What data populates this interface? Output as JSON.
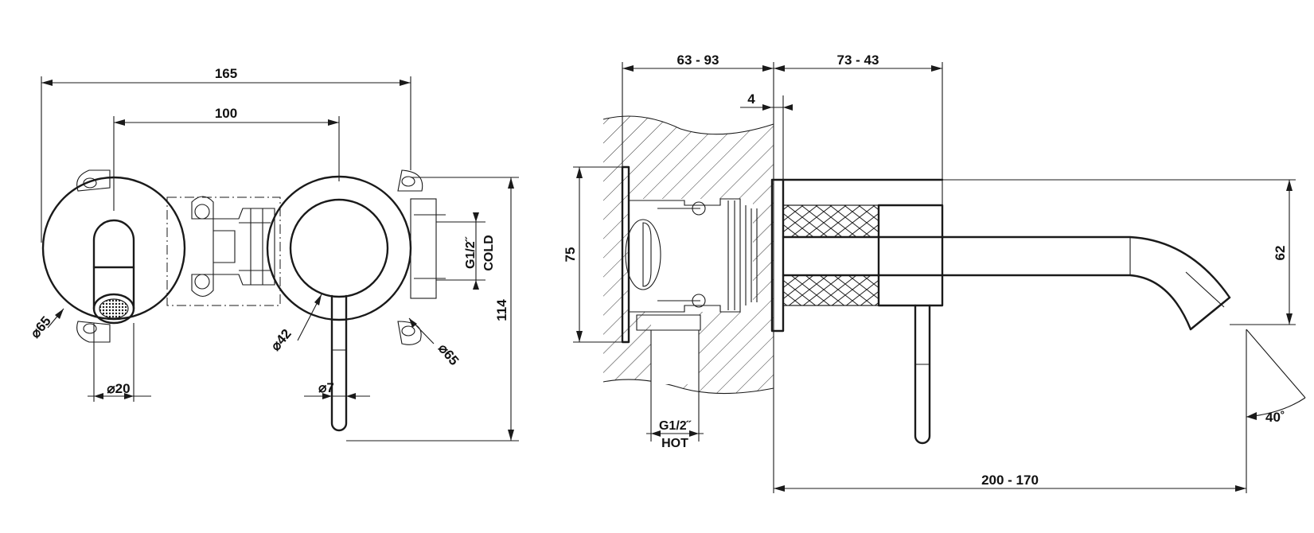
{
  "front_view": {
    "width_overall": "165",
    "centers": "100",
    "height_overall": "114",
    "spout_plate_dia": "⌀65",
    "handle_plate_dia": "⌀65",
    "handle_dia": "⌀42",
    "aerator_dia": "⌀20",
    "lever_dia": "⌀7",
    "cold_thread": "G1/2˝",
    "cold_label": "COLD"
  },
  "side_view": {
    "wall_depth": "63 - 93",
    "projection_adjust": "73 - 43",
    "plate_thickness": "4",
    "box_height": "75",
    "spout_height": "62",
    "spout_reach": "200 - 170",
    "spout_angle": "40˚",
    "hot_thread": "G1/2˝",
    "hot_label": "HOT"
  }
}
